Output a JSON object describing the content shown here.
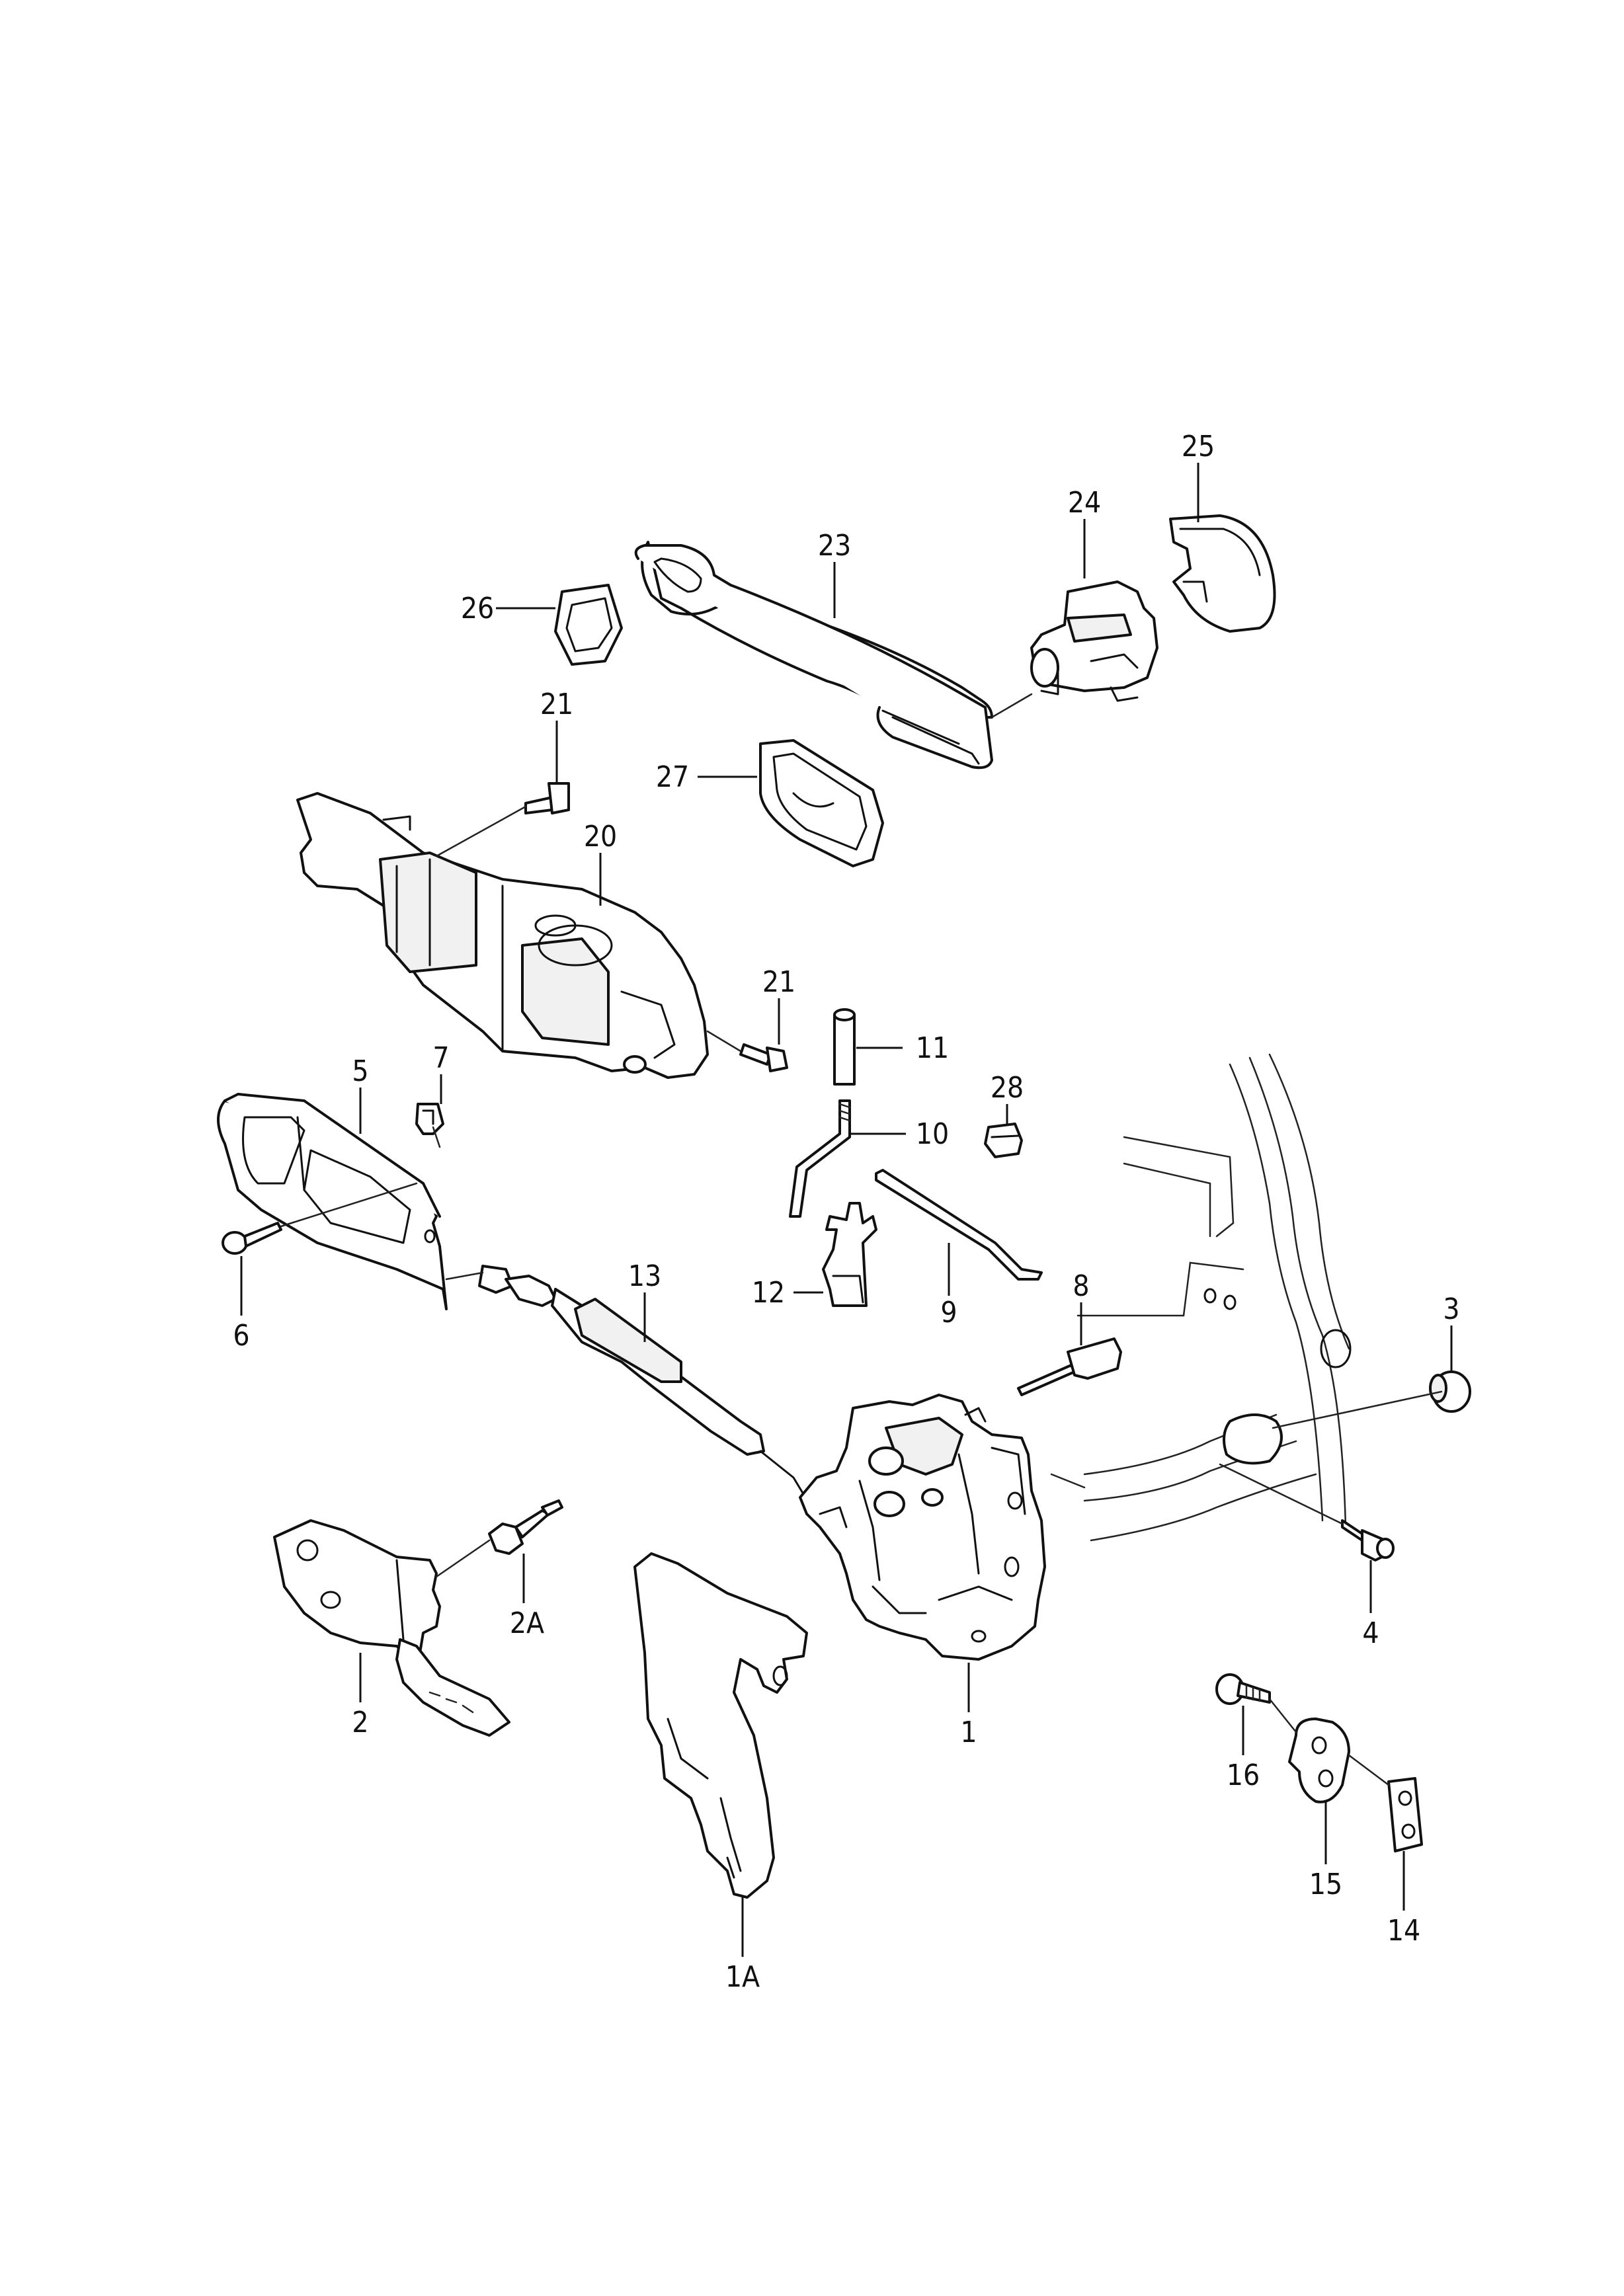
{
  "callouts": [
    {
      "id": "25",
      "label": "25"
    },
    {
      "id": "24",
      "label": "24"
    },
    {
      "id": "23",
      "label": "23"
    },
    {
      "id": "26",
      "label": "26"
    },
    {
      "id": "21a",
      "label": "21"
    },
    {
      "id": "27",
      "label": "27"
    },
    {
      "id": "20",
      "label": "20"
    },
    {
      "id": "21b",
      "label": "21"
    },
    {
      "id": "11",
      "label": "11"
    },
    {
      "id": "5",
      "label": "5"
    },
    {
      "id": "7",
      "label": "7"
    },
    {
      "id": "28",
      "label": "28"
    },
    {
      "id": "10",
      "label": "10"
    },
    {
      "id": "6",
      "label": "6"
    },
    {
      "id": "13",
      "label": "13"
    },
    {
      "id": "12",
      "label": "12"
    },
    {
      "id": "9",
      "label": "9"
    },
    {
      "id": "8",
      "label": "8"
    },
    {
      "id": "3",
      "label": "3"
    },
    {
      "id": "2A",
      "label": "2A"
    },
    {
      "id": "4",
      "label": "4"
    },
    {
      "id": "2",
      "label": "2"
    },
    {
      "id": "1",
      "label": "1"
    },
    {
      "id": "16",
      "label": "16"
    },
    {
      "id": "15",
      "label": "15"
    },
    {
      "id": "14",
      "label": "14"
    },
    {
      "id": "1A",
      "label": "1A"
    }
  ]
}
